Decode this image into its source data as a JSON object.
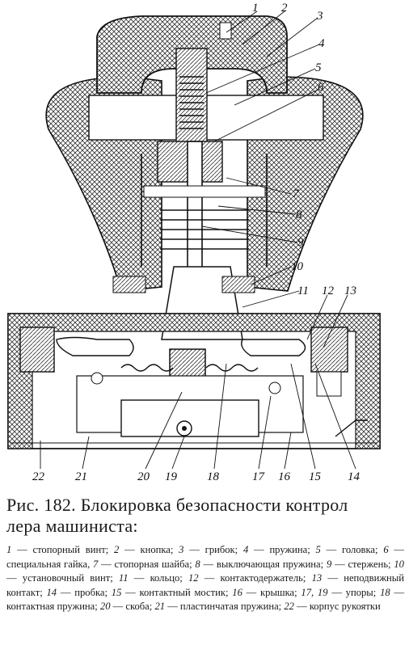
{
  "figure": {
    "labels_top": [
      "1",
      "2",
      "3",
      "4",
      "5",
      "6"
    ],
    "labels_right": [
      "7",
      "8",
      "9",
      "10",
      "11",
      "12",
      "13"
    ],
    "labels_bottom": [
      "22",
      "21",
      "20",
      "19",
      "18",
      "17",
      "16",
      "15",
      "14"
    ]
  },
  "caption": {
    "line1": "Рис. 182. Блокировка безопасности контрол",
    "line2": "лера машиниста:"
  },
  "legend": [
    {
      "num": "1",
      "text": "— стопорный винт; "
    },
    {
      "num": "2",
      "text": "— кнопка; "
    },
    {
      "num": "3",
      "text": "— грибок; "
    },
    {
      "num": "4",
      "text": "— пружина; "
    },
    {
      "num": "5",
      "text": "— головка; "
    },
    {
      "num": "6",
      "text": "— специальная гайка, "
    },
    {
      "num": "7",
      "text": "— стопорная шайба; "
    },
    {
      "num": "8",
      "text": "— выключающая пружина; "
    },
    {
      "num": "9",
      "text": "— стержень; "
    },
    {
      "num": "10",
      "text": "— установочный винт; "
    },
    {
      "num": "11",
      "text": "— кольцо; "
    },
    {
      "num": "12",
      "text": "— контактодержатель; "
    },
    {
      "num": "13",
      "text": "— неподвижный контакт; "
    },
    {
      "num": "14",
      "text": "— пробка; "
    },
    {
      "num": "15",
      "text": "— контактный мостик; "
    },
    {
      "num": "16",
      "text": "— крышка; "
    },
    {
      "num": "17, 19",
      "text": "— упоры; "
    },
    {
      "num": "18",
      "text": "— контактная пружина; "
    },
    {
      "num": "20",
      "text": "— скоба; "
    },
    {
      "num": "21",
      "text": "— пластинчатая пружина; "
    },
    {
      "num": "22",
      "text": "— корпус рукоятки"
    }
  ],
  "colors": {
    "ink": "#1a1a1a",
    "hatch": "#555555",
    "paper": "#ffffff"
  }
}
